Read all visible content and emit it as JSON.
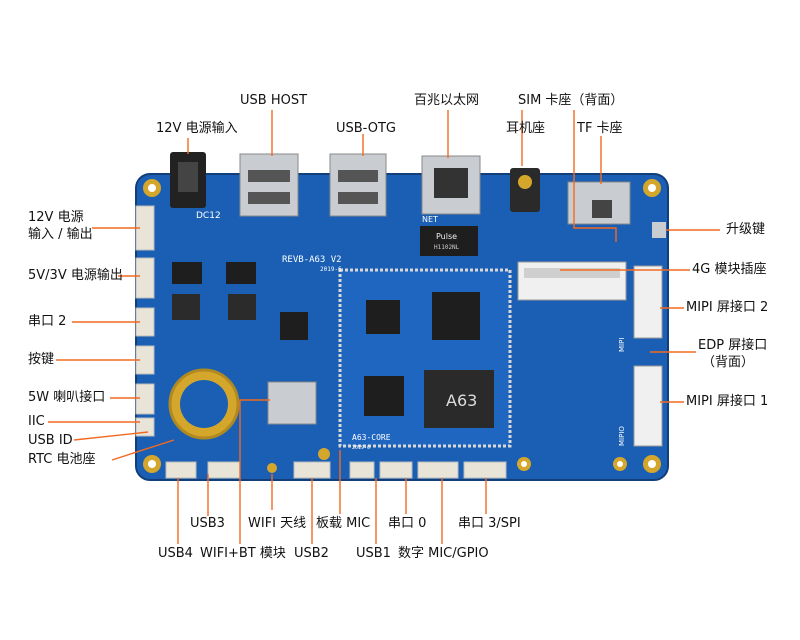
{
  "colors": {
    "board": "#1a5fb4",
    "board_edge": "#123e7a",
    "pointer": "#f26a21",
    "connector": "#e8e4d8",
    "metal": "#c9cdd2",
    "chip": "#1e1e1e",
    "gold": "#d4a72c"
  },
  "board": {
    "silk_revb": "REVB-A63 V2",
    "silk_revb_date": "2019-6",
    "silk_dc": "DC12",
    "silk_net": "NET",
    "silk_core": "A63-CORE",
    "silk_core_date": "2019-6",
    "silk_mipi": "MIPI",
    "silk_mipi2": "MIPIO",
    "chip_a63": "A63",
    "chip_pulse": "Pulse",
    "chip_pulse_sub": "H1102NL"
  },
  "labels": {
    "usb_host": "USB HOST",
    "dc_input": "12V 电源输入",
    "usb_otg": "USB-OTG",
    "ethernet": "百兆以太网",
    "sim": "SIM 卡座（背面）",
    "earphone": "耳机座",
    "tf": "TF 卡座",
    "upgrade_key": "升级键",
    "power_io": "12V 电源\n输入 / 输出",
    "power_io_line1": "12V 电源",
    "power_io_line2": "输入 / 输出",
    "power_out": "5V/3V 电源输出",
    "uart2": "串口 2",
    "key": "按键",
    "speaker": "5W 喇叭接口",
    "iic": "IIC",
    "usb_id": "USB ID",
    "rtc": "RTC 电池座",
    "lte": "4G 模块插座",
    "mipi2": "MIPI 屏接口 2",
    "edp_line1": "EDP 屏接口",
    "edp_line2": "（背面）",
    "mipi1": "MIPI 屏接口 1",
    "usb3": "USB3",
    "wifi_ant": "WIFI 天线",
    "onboard_mic": "板载 MIC",
    "uart0": "串口 0",
    "uart3_spi": "串口 3/SPI",
    "usb4": "USB4",
    "wifi_bt": "WIFI+BT 模块",
    "usb2": "USB2",
    "usb1": "USB1",
    "digital_mic": "数字 MIC/GPIO"
  }
}
